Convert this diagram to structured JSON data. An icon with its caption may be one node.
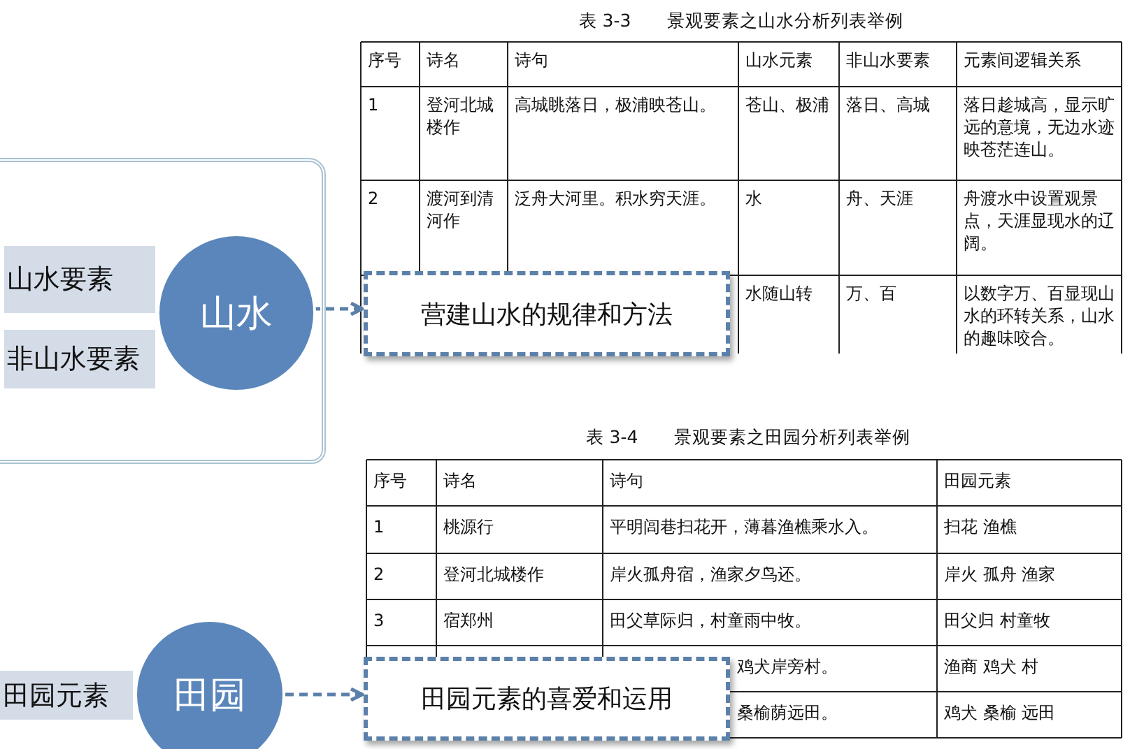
{
  "diagram": {
    "nodes": [
      {
        "text": [],
        "shape": "box"
      },
      {
        "text": [
          "山水要素"
        ],
        "in": 0
      },
      {
        "text": [
          "非山水要素"
        ],
        "in": 0
      },
      {
        "text": [
          "山水"
        ],
        "in": 0
      },
      {
        "text": [
          "营建山水的规律和方法"
        ]
      },
      {
        "text": [
          "田园元素"
        ]
      },
      {
        "text": [
          "田园"
        ]
      },
      {
        "text": [
          "田园元素的喜爱和运用"
        ]
      }
    ],
    "edges": [
      {
        "from": 3,
        "to": 4,
        "arrow": "to",
        "style": "dashed"
      },
      {
        "from": 6,
        "to": 7,
        "arrow": "to",
        "style": "dashed"
      }
    ],
    "labels": [
      "表 3-3　　景观要素之山水分析列表举例",
      "序号",
      "诗名",
      "诗句",
      "山水元素",
      "非山水要素",
      "元素间逻辑关系",
      "1",
      "登河北城楼作",
      "高城眺落日，极浦映苍山。",
      "苍山、极浦",
      "落日、高城",
      "落日趁城高，显示旷远的意境，无边水迹映苍茫连山。",
      "2",
      "渡河到清河作",
      "泛舟大河里。积水穷天涯。",
      "水",
      "舟、天涯",
      "舟渡水中设置观景点，天涯显现水的辽阔。",
      "水随山转",
      "万、百",
      "以数字万、百显现山水的环转关系，山水的趣味咬合。",
      "表 3-4　　景观要素之田园分析列表举例",
      "序号",
      "诗名",
      "诗句",
      "田园元素",
      "1",
      "桃源行",
      "平明闾巷扫花开，薄暮渔樵乘水入。",
      "扫花 渔樵",
      "2",
      "登河北城楼作",
      "岸火孤舟宿，渔家夕鸟还。",
      "岸火 孤舟 渔家",
      "3",
      "宿郑州",
      "田父草际归，村童雨中牧。",
      "田父归 村童牧",
      "鸡犬岸旁村。",
      "渔商 鸡犬 村",
      "桑榆荫远田。",
      "鸡犬 桑榆 远田"
    ]
  }
}
